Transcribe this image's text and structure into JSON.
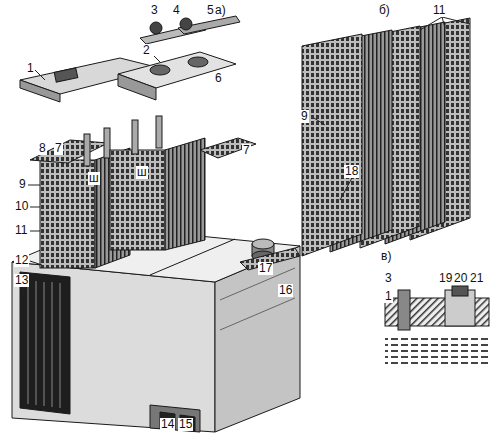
{
  "diagram": {
    "labels": [
      "а)",
      "б)",
      "в)",
      "3",
      "4",
      "5",
      "2",
      "1",
      "6",
      "8",
      "7",
      "ш",
      "ш",
      "7",
      "9",
      "10",
      "11",
      "17",
      "16",
      "12",
      "13",
      "14",
      "15",
      "11",
      "9",
      "18",
      "3",
      "1",
      "19",
      "20",
      "21"
    ]
  }
}
